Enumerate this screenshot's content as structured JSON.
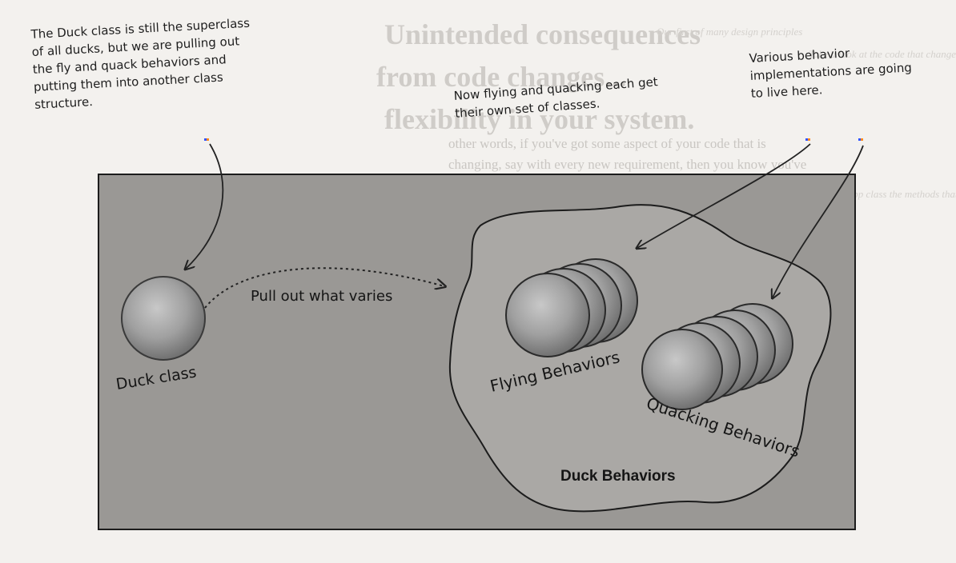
{
  "annotations": {
    "left_note": "The Duck class is still the superclass\nof all ducks, but we are pulling out\nthe fly and quack behaviors and\nputting them into another class\nstructure.",
    "middle_note": "Now flying and quacking each get\ntheir own set of classes.",
    "right_note": "Various behavior\nimplementations are going\nto live here."
  },
  "diagram": {
    "duck_class_label": "Duck class",
    "arrow_label": "Pull out what varies",
    "flying_label": "Flying Behaviors",
    "quacking_label": "Quacking Behaviors",
    "group_label": "Duck Behaviors"
  },
  "colors": {
    "panel": "#9a9895",
    "blob": "#aaa8a5",
    "sphere": "#9d9d9d"
  }
}
